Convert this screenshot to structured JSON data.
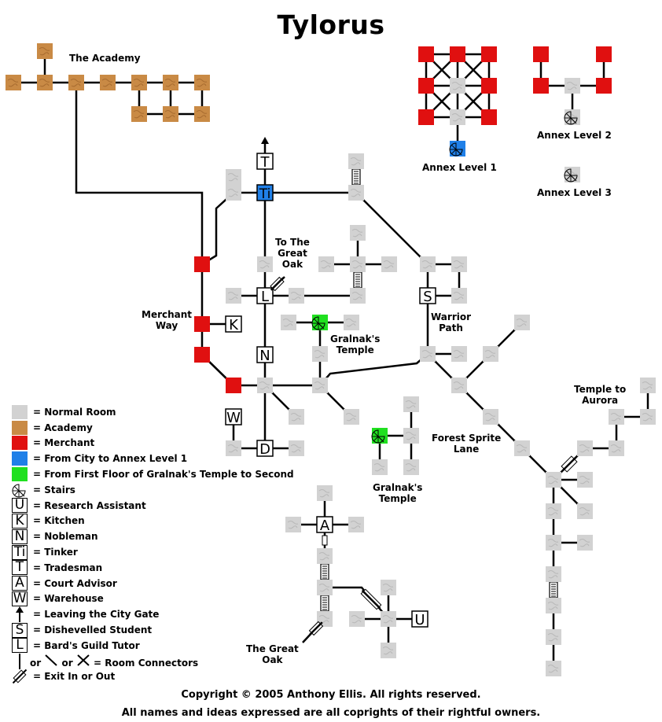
{
  "title": "Tylorus",
  "colors": {
    "normal_room": "#d2d2d2",
    "academy": "#c98a45",
    "merchant": "#e01010",
    "annex": "#2080e8",
    "temple_stairs": "#20e020",
    "connector": "#000000"
  },
  "area_labels": {
    "academy": "The Academy",
    "annex1": "Annex Level 1",
    "annex2": "Annex Level 2",
    "annex3": "Annex Level 3",
    "to_great_oak": [
      "To The",
      "Great",
      "Oak"
    ],
    "merchant_way": [
      "Merchant",
      "Way"
    ],
    "warrior_path": [
      "Warrior",
      "Path"
    ],
    "gralnak_temple_1": [
      "Gralnak's",
      "Temple"
    ],
    "gralnak_temple_2": [
      "Gralnak's",
      "Temple"
    ],
    "forest_sprite_lane": [
      "Forest Sprite",
      "Lane"
    ],
    "temple_aurora": [
      "Temple to",
      "Aurora"
    ],
    "great_oak": [
      "The Great",
      "Oak"
    ]
  },
  "room_letters": {
    "tradesman": "T",
    "tinker": "Ti",
    "bard": "L",
    "kitchen": "K",
    "nobleman": "N",
    "warehouse": "W",
    "d_room": "D",
    "student": "S",
    "advisor": "A",
    "research": "U"
  },
  "legend": [
    {
      "icon": "normal-room",
      "text": "Normal Room"
    },
    {
      "icon": "academy-room",
      "text": "Academy"
    },
    {
      "icon": "merchant-room",
      "text": "Merchant"
    },
    {
      "icon": "annex-room",
      "text": "From City to Annex Level 1"
    },
    {
      "icon": "temple-room",
      "text": "From First Floor of Gralnak's Temple to Second"
    },
    {
      "icon": "stairs",
      "text": "Stairs"
    },
    {
      "icon": "letter",
      "letter": "U",
      "text": "Research Assistant"
    },
    {
      "icon": "letter",
      "letter": "K",
      "text": "Kitchen"
    },
    {
      "icon": "letter",
      "letter": "N",
      "text": "Nobleman"
    },
    {
      "icon": "letter",
      "letter": "Ti",
      "text": "Tinker"
    },
    {
      "icon": "letter",
      "letter": "T",
      "text": "Tradesman"
    },
    {
      "icon": "letter",
      "letter": "A",
      "text": "Court Advisor"
    },
    {
      "icon": "letter",
      "letter": "W",
      "text": "Warehouse"
    },
    {
      "icon": "gate-arrow",
      "text": "Leaving the City Gate"
    },
    {
      "icon": "letter",
      "letter": "S",
      "text": "Dishevelled Student"
    },
    {
      "icon": "letter",
      "letter": "L",
      "text": "Bard's Guild Tutor"
    },
    {
      "icon": "connectors",
      "text": "= Room Connectors",
      "or1": "or",
      "or2": "or"
    },
    {
      "icon": "exit",
      "text": "Exit In or Out"
    }
  ],
  "legend_sep": "=",
  "copyright": {
    "line1": "Copyright © 2005 Anthony Ellis. All rights reserved.",
    "line2": "All names and ideas expressed are all coprights of their rightful owners."
  }
}
